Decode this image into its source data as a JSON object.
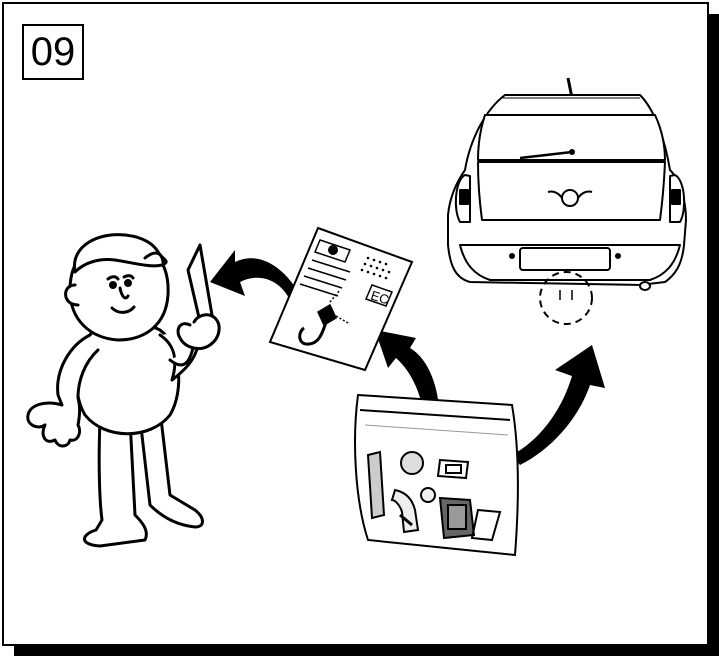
{
  "step": {
    "number": "09"
  },
  "card": {
    "mark": "EC"
  },
  "icons": [
    "mechanic-figure",
    "document-card",
    "parts-bag",
    "car-rear",
    "tow-hook-location",
    "arrow"
  ],
  "colors": {
    "ink": "#000000",
    "paper": "#ffffff",
    "shading": "#e6e6e6"
  }
}
